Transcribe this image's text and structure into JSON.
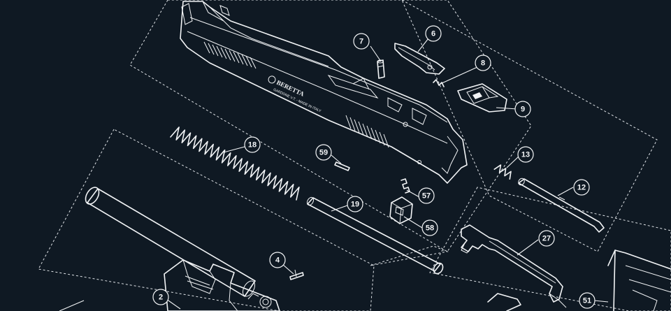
{
  "diagram": {
    "slide_engraving": "BERETTA",
    "slide_subtext": "GARDONE V.T. - MADE IN ITALY",
    "callouts": [
      {
        "id": "c7",
        "label": "7"
      },
      {
        "id": "c6",
        "label": "6"
      },
      {
        "id": "c8",
        "label": "8"
      },
      {
        "id": "c9",
        "label": "9"
      },
      {
        "id": "c18",
        "label": "18"
      },
      {
        "id": "c59",
        "label": "59"
      },
      {
        "id": "c13",
        "label": "13"
      },
      {
        "id": "c57",
        "label": "57"
      },
      {
        "id": "c19",
        "label": "19"
      },
      {
        "id": "c12",
        "label": "12"
      },
      {
        "id": "c58",
        "label": "58"
      },
      {
        "id": "c27",
        "label": "27"
      },
      {
        "id": "c4",
        "label": "4"
      },
      {
        "id": "c2",
        "label": "2"
      },
      {
        "id": "c51",
        "label": "51"
      }
    ]
  }
}
